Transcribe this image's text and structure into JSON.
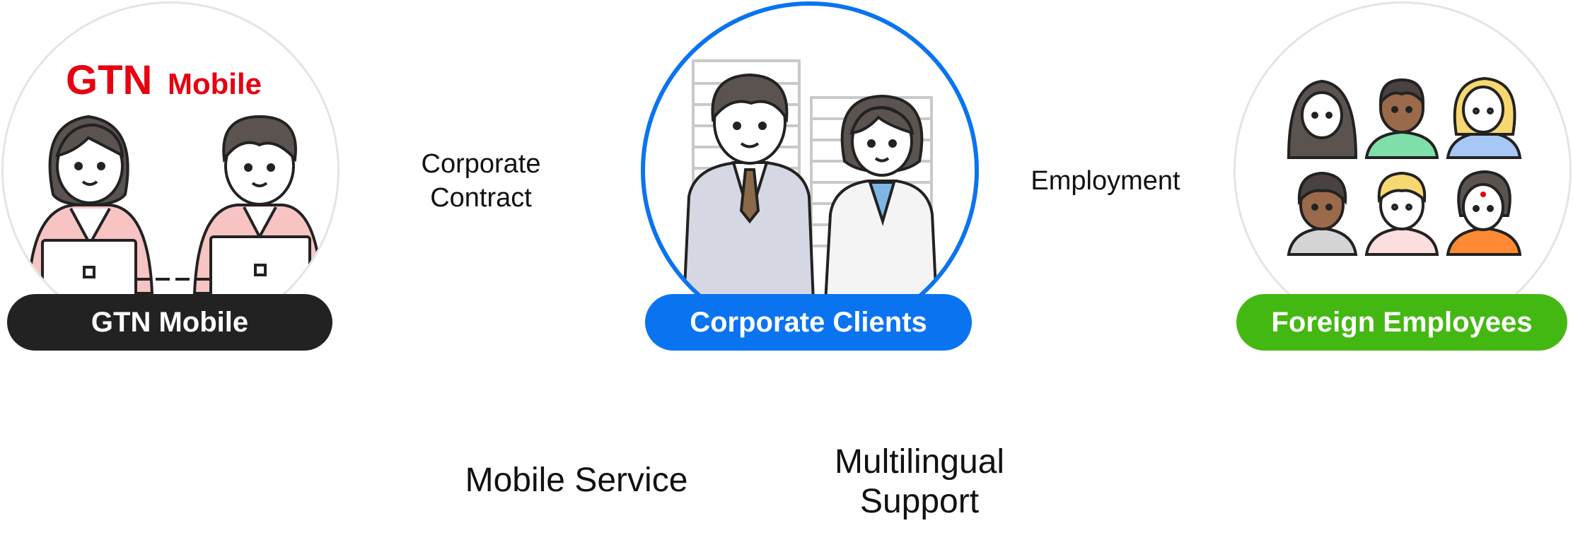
{
  "nodes": {
    "gtn": {
      "logo": "GTN",
      "logo_sub": "Mobile",
      "label": "GTN Mobile"
    },
    "corporate": {
      "label": "Corporate Clients"
    },
    "foreign": {
      "label": "Foreign Employees"
    }
  },
  "relations": {
    "contract_line1": "Corporate",
    "contract_line2": "Contract",
    "employment": "Employment",
    "mobile_service": "Mobile Service",
    "multilingual_line1": "Multilingual",
    "multilingual_line2": "Support"
  },
  "colors": {
    "brand_red": "#e60012",
    "gtn_pill": "#222222",
    "corporate_blue": "#0a74f0",
    "foreign_green": "#44b812",
    "circle_border": "#e4e4e4"
  }
}
